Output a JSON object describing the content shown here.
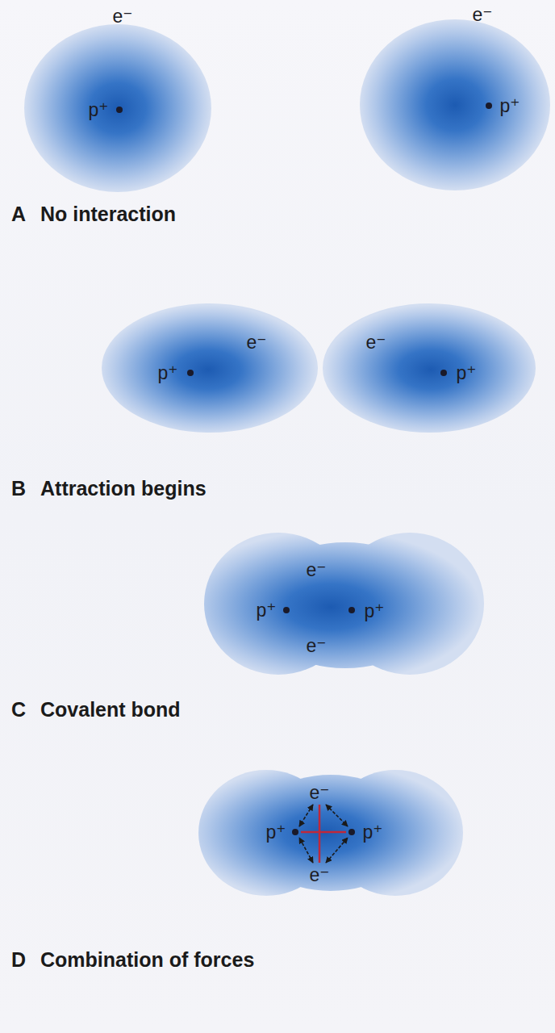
{
  "diagram": {
    "nodes": [
      {
        "text": [
          "e⁻",
          "p⁺"
        ]
      },
      {
        "text": [
          "e⁻",
          "p⁺"
        ]
      },
      {
        "text": [
          "e⁻",
          "p⁺"
        ]
      },
      {
        "text": [
          "e⁻",
          "p⁺"
        ]
      },
      {
        "text": [
          "e⁻",
          "p⁺",
          "p⁺",
          "e⁻"
        ]
      },
      {
        "text": [
          "e⁻",
          "p⁺",
          "p⁺",
          "e⁻"
        ]
      }
    ],
    "labels": [
      "A",
      "No interaction",
      "B",
      "Attraction begins",
      "C",
      "Covalent bond",
      "D",
      "Combination of forces"
    ]
  }
}
